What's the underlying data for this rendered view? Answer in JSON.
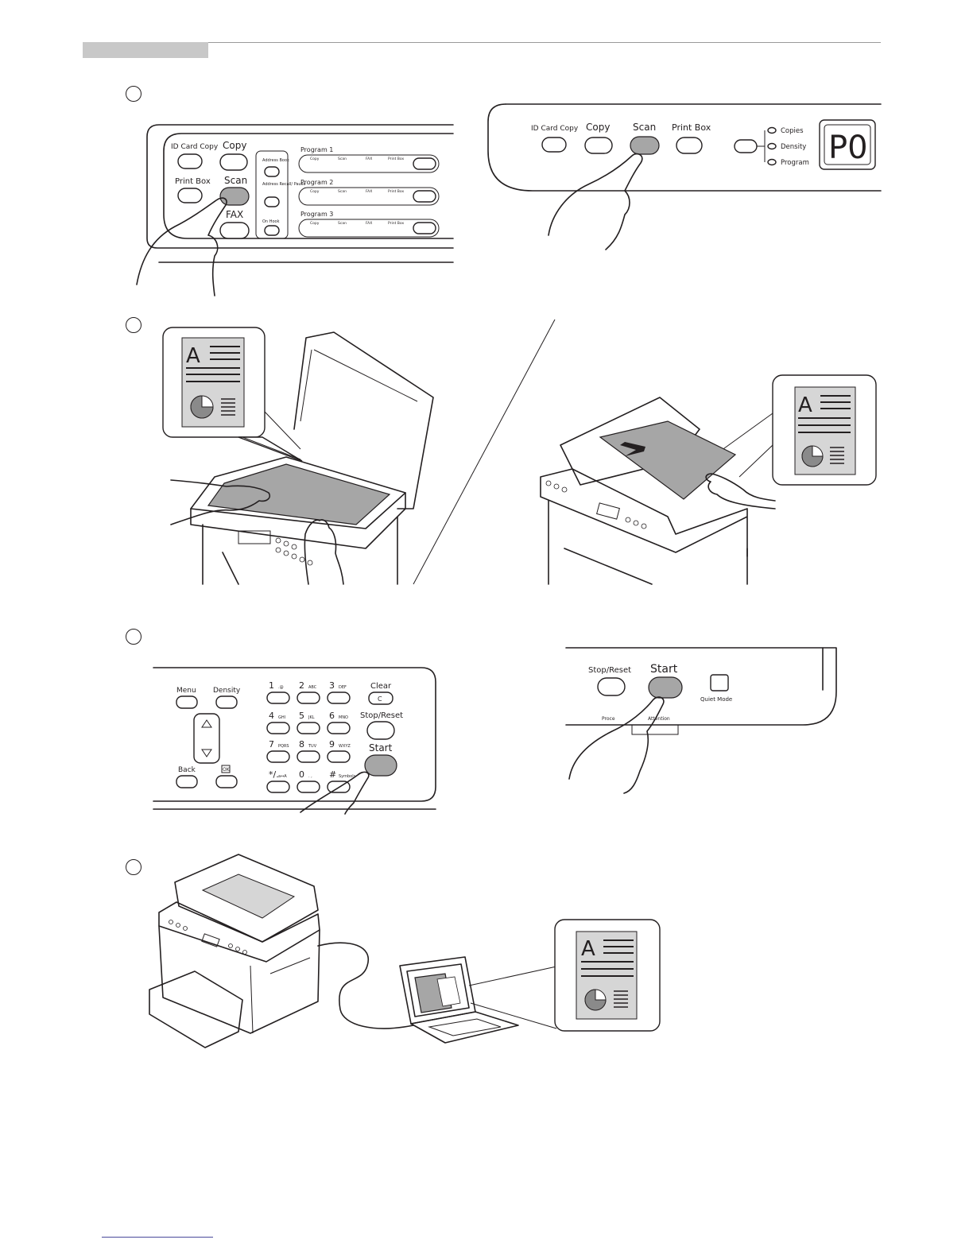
{
  "steps": [
    {
      "id": 1
    },
    {
      "id": 2
    },
    {
      "id": 3
    },
    {
      "id": 4
    }
  ],
  "panel_fax_model": {
    "id_card_copy": "ID Card Copy",
    "copy": "Copy",
    "print_box": "Print Box",
    "scan": "Scan",
    "fax": "FAX",
    "address_book": "Address Book",
    "address_recall": "Address Recall/ Pause",
    "on_hook": "On Hook",
    "programs": [
      {
        "label": "Program 1",
        "slots": [
          "Copy",
          "Scan",
          "FAX",
          "Print Box"
        ]
      },
      {
        "label": "Program 2",
        "slots": [
          "Copy",
          "Scan",
          "FAX",
          "Print Box"
        ]
      },
      {
        "label": "Program 3",
        "slots": [
          "Copy",
          "Scan",
          "FAX",
          "Print Box"
        ]
      }
    ]
  },
  "panel_copier_model": {
    "id_card_copy": "ID Card Copy",
    "copy": "Copy",
    "scan": "Scan",
    "print_box": "Print Box",
    "indicators": [
      "Copies",
      "Density",
      "Program"
    ],
    "display": "P0"
  },
  "keypad_panel": {
    "menu": "Menu",
    "density": "Density",
    "back": "Back",
    "ok": "OK",
    "keys": [
      {
        "num": "1",
        "sub": ".@"
      },
      {
        "num": "2",
        "sub": "ABC"
      },
      {
        "num": "3",
        "sub": "DEF"
      },
      {
        "num": "4",
        "sub": "GHI"
      },
      {
        "num": "5",
        "sub": "JKL"
      },
      {
        "num": "6",
        "sub": "MNO"
      },
      {
        "num": "7",
        "sub": "PQRS"
      },
      {
        "num": "8",
        "sub": "TUV"
      },
      {
        "num": "9",
        "sub": "WXYZ"
      },
      {
        "num": "*/.",
        "sub": "a↔A"
      },
      {
        "num": "0",
        "sub": ". ,"
      },
      {
        "num": "#",
        "sub": "Symbols"
      }
    ],
    "clear": "Clear",
    "clear_key": "C",
    "stop_reset": "Stop/Reset",
    "start": "Start"
  },
  "start_panel": {
    "stop_reset": "Stop/Reset",
    "start": "Start",
    "quiet_mode": "Quiet Mode",
    "processing": "Proce",
    "attention": "Attention"
  },
  "document": {
    "letter": "A"
  },
  "colors": {
    "button_gray": "#a6a6a6",
    "line": "#231f20",
    "header_bar": "#c8c8c8"
  }
}
